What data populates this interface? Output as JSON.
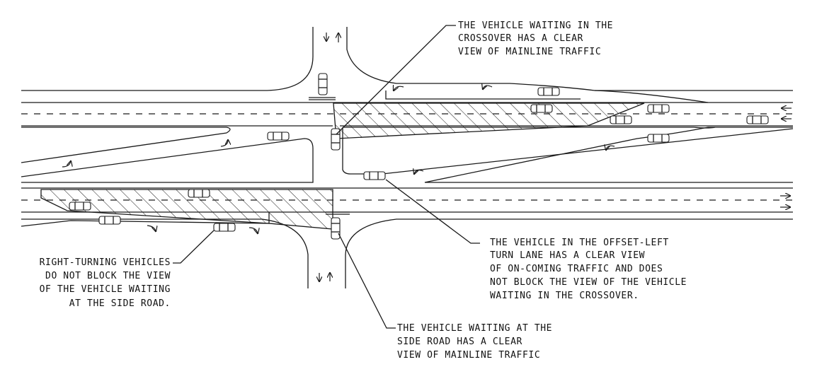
{
  "notes": {
    "crossover_view": [
      "THE VEHICLE WAITING IN THE",
      "CROSSOVER HAS A CLEAR",
      "VIEW OF MAINLINE TRAFFIC"
    ],
    "offset_left": [
      "THE VEHICLE IN THE OFFSET-LEFT",
      "TURN LANE HAS A CLEAR VIEW",
      "OF ON-COMING TRAFFIC AND DOES",
      "NOT BLOCK THE VIEW OF THE VEHICLE",
      "WAITING IN THE CROSSOVER."
    ],
    "right_turning": [
      "RIGHT-TURNING VEHICLES",
      "DO NOT BLOCK THE VIEW",
      "OF THE VEHICLE WAITING",
      "AT THE SIDE ROAD."
    ],
    "side_road": [
      "THE VEHICLE WAITING AT THE",
      "SIDE ROAD HAS A CLEAR",
      "VIEW OF MAINLINE TRAFFIC"
    ]
  },
  "colors": {
    "line": "#1a1a1a",
    "background": "#ffffff"
  }
}
